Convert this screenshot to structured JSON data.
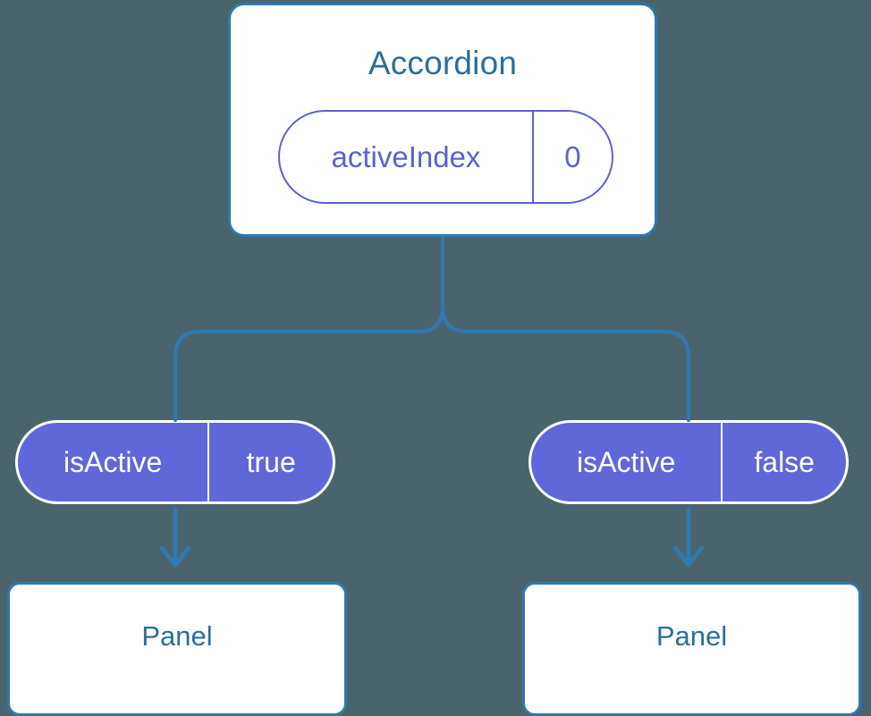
{
  "diagram": {
    "background_color": "#4a646e",
    "root": {
      "title": "Accordion",
      "prop": {
        "key": "activeIndex",
        "value": "0"
      }
    },
    "branches": [
      {
        "prop": {
          "key": "isActive",
          "value": "true"
        },
        "child": {
          "title": "Panel"
        }
      },
      {
        "prop": {
          "key": "isActive",
          "value": "false"
        },
        "child": {
          "title": "Panel"
        }
      }
    ],
    "colors": {
      "card_border": "#2f79ad",
      "card_fill": "#ffffff",
      "card_text": "#2c6e9b",
      "pill_outline": "#5b62d0",
      "pill_fill": "#6067d9",
      "pill_filled_text": "#ffffff",
      "connector": "#2f79ad"
    }
  }
}
